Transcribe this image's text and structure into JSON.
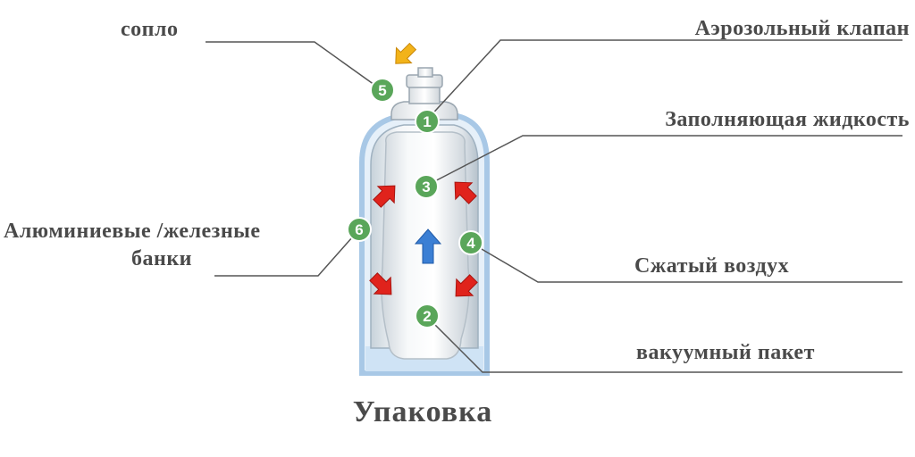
{
  "labels": {
    "nozzle": "сопло",
    "aerosol_valve": "Аэрозольный клапан",
    "filling_liquid": "Заполняющая жидкость",
    "can_line1": "Алюминиевые /железные",
    "can_line2": "банки",
    "compressed_air": "Сжатый воздух",
    "vacuum_bag": "вакуумный пакет"
  },
  "caption": "Упаковка",
  "badges": {
    "b1": "1",
    "b2": "2",
    "b3": "3",
    "b4": "4",
    "b5": "5",
    "b6": "6"
  },
  "colors": {
    "badge_fill": "#5aa65a",
    "red_arrow": "#e0231c",
    "blue_arrow": "#3b7fd4",
    "yellow_arrow": "#f2b31a",
    "can_outline": "#a8c8e6",
    "leader_line": "#555555"
  }
}
